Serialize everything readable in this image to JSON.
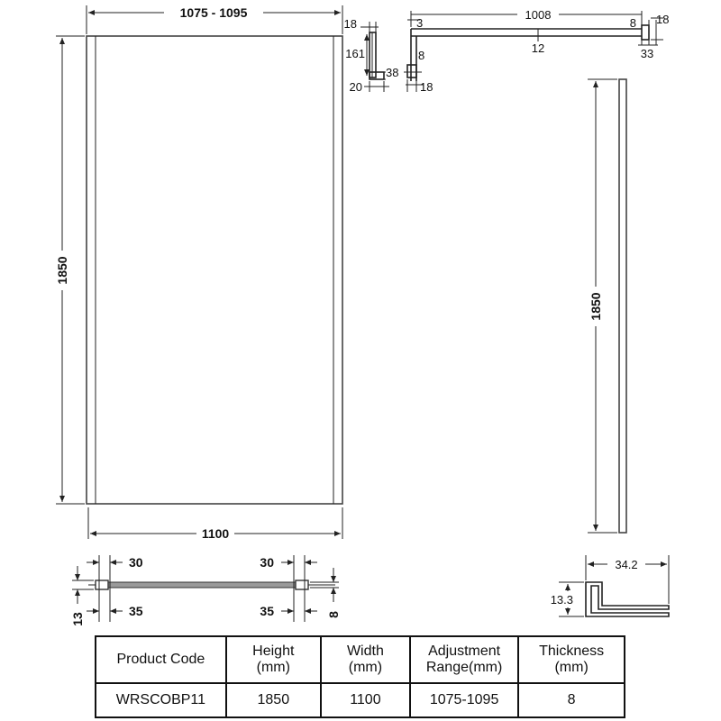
{
  "front_view": {
    "top_dim": "1075 - 1095",
    "left_dim": "1850",
    "bottom_dim": "1100"
  },
  "bracket_detail": {
    "d18": "18",
    "d161": "161",
    "d38": "38",
    "d20": "20",
    "d8": "8",
    "d18b": "18"
  },
  "top_bar_detail": {
    "d3": "3",
    "d1008": "1008",
    "d8": "8",
    "d18": "18",
    "d12": "12",
    "d33": "33"
  },
  "side_view": {
    "height_dim": "1850"
  },
  "section_view": {
    "left_top": "30",
    "left_bottom": "35",
    "right_top": "30",
    "right_bottom": "35",
    "left_side": "13",
    "right_side": "8"
  },
  "profile_detail": {
    "width": "34.2",
    "height": "13.3"
  },
  "spec_table": {
    "headers": [
      [
        "Product Code"
      ],
      [
        "Height",
        "(mm)"
      ],
      [
        "Width",
        "(mm)"
      ],
      [
        "Adjustment",
        "Range(mm)"
      ],
      [
        "Thickness",
        "(mm)"
      ]
    ],
    "row": [
      "WRSCOBP11",
      "1850",
      "1100",
      "1075-1095",
      "8"
    ]
  }
}
